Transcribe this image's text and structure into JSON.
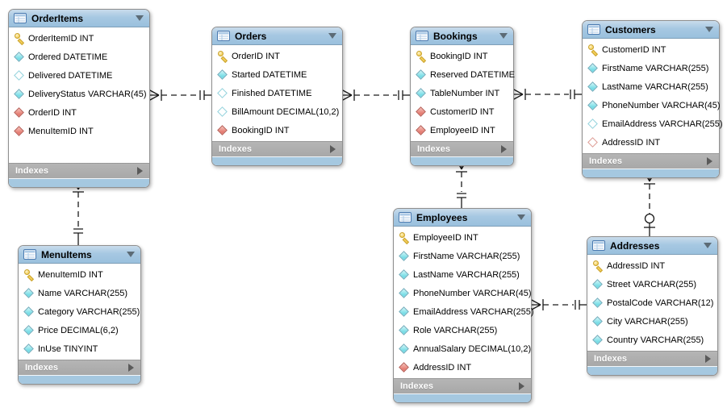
{
  "diagram": {
    "kind": "EER database schema diagram",
    "colors": {
      "table_header_blue": "#9ac0dd",
      "table_footer_blue": "#a5c8e0",
      "indexes_bar_gray": "#ababab",
      "primary_key_yellow": "#f3cf5a",
      "attribute_cyan": "#79dde6",
      "foreign_key_red": "#e57e74",
      "connector_black": "#1a1a1a"
    },
    "tables": [
      {
        "name": "OrderItems",
        "indexes_label": "Indexes",
        "columns": [
          {
            "label": "OrderItemID INT",
            "icon": "key"
          },
          {
            "label": "Ordered DATETIME",
            "icon": "diamond-filled"
          },
          {
            "label": "Delivered DATETIME",
            "icon": "diamond-hollow"
          },
          {
            "label": "DeliveryStatus VARCHAR(45)",
            "icon": "diamond-filled"
          },
          {
            "label": "OrderID INT",
            "icon": "diamond-red"
          },
          {
            "label": "MenuItemID INT",
            "icon": "diamond-red"
          }
        ]
      },
      {
        "name": "Orders",
        "indexes_label": "Indexes",
        "columns": [
          {
            "label": "OrderID INT",
            "icon": "key"
          },
          {
            "label": "Started DATETIME",
            "icon": "diamond-filled"
          },
          {
            "label": "Finished DATETIME",
            "icon": "diamond-hollow"
          },
          {
            "label": "BillAmount DECIMAL(10,2)",
            "icon": "diamond-hollow"
          },
          {
            "label": "BookingID INT",
            "icon": "diamond-red"
          }
        ]
      },
      {
        "name": "Bookings",
        "indexes_label": "Indexes",
        "columns": [
          {
            "label": "BookingID INT",
            "icon": "key"
          },
          {
            "label": "Reserved DATETIME",
            "icon": "diamond-filled"
          },
          {
            "label": "TableNumber INT",
            "icon": "diamond-filled"
          },
          {
            "label": "CustomerID INT",
            "icon": "diamond-red"
          },
          {
            "label": "EmployeeID INT",
            "icon": "diamond-red"
          }
        ]
      },
      {
        "name": "Customers",
        "indexes_label": "Indexes",
        "columns": [
          {
            "label": "CustomerID INT",
            "icon": "key"
          },
          {
            "label": "FirstName VARCHAR(255)",
            "icon": "diamond-filled"
          },
          {
            "label": "LastName VARCHAR(255)",
            "icon": "diamond-filled"
          },
          {
            "label": "PhoneNumber VARCHAR(45)",
            "icon": "diamond-filled"
          },
          {
            "label": "EmailAddress VARCHAR(255)",
            "icon": "diamond-hollow"
          },
          {
            "label": "AddressID INT",
            "icon": "diamond-red-hollow"
          }
        ]
      },
      {
        "name": "MenuItems",
        "indexes_label": "Indexes",
        "columns": [
          {
            "label": "MenuItemID INT",
            "icon": "key"
          },
          {
            "label": "Name VARCHAR(255)",
            "icon": "diamond-filled"
          },
          {
            "label": "Category VARCHAR(255)",
            "icon": "diamond-filled"
          },
          {
            "label": "Price DECIMAL(6,2)",
            "icon": "diamond-filled"
          },
          {
            "label": "InUse TINYINT",
            "icon": "diamond-filled"
          }
        ]
      },
      {
        "name": "Employees",
        "indexes_label": "Indexes",
        "columns": [
          {
            "label": "EmployeeID INT",
            "icon": "key"
          },
          {
            "label": "FirstName VARCHAR(255)",
            "icon": "diamond-filled"
          },
          {
            "label": "LastName VARCHAR(255)",
            "icon": "diamond-filled"
          },
          {
            "label": "PhoneNumber VARCHAR(45)",
            "icon": "diamond-filled"
          },
          {
            "label": "EmailAddress VARCHAR(255)",
            "icon": "diamond-filled"
          },
          {
            "label": "Role VARCHAR(255)",
            "icon": "diamond-filled"
          },
          {
            "label": "AnnualSalary DECIMAL(10,2)",
            "icon": "diamond-filled"
          },
          {
            "label": "AddressID INT",
            "icon": "diamond-red"
          }
        ]
      },
      {
        "name": "Addresses",
        "indexes_label": "Indexes",
        "columns": [
          {
            "label": "AddressID INT",
            "icon": "key"
          },
          {
            "label": "Street VARCHAR(255)",
            "icon": "diamond-filled"
          },
          {
            "label": "PostalCode VARCHAR(12)",
            "icon": "diamond-filled"
          },
          {
            "label": "City VARCHAR(255)",
            "icon": "diamond-filled"
          },
          {
            "label": "Country VARCHAR(255)",
            "icon": "diamond-filled"
          }
        ]
      }
    ],
    "relationships": [
      {
        "from": "OrderItems",
        "to": "Orders",
        "from_cardinality": "many",
        "to_cardinality": "one-mandatory",
        "line_style": "dashed"
      },
      {
        "from": "Orders",
        "to": "Bookings",
        "from_cardinality": "many",
        "to_cardinality": "one-mandatory",
        "line_style": "dashed"
      },
      {
        "from": "Bookings",
        "to": "Customers",
        "from_cardinality": "many",
        "to_cardinality": "one-mandatory",
        "line_style": "dashed"
      },
      {
        "from": "OrderItems",
        "to": "MenuItems",
        "from_cardinality": "many",
        "to_cardinality": "one-mandatory",
        "line_style": "dashed"
      },
      {
        "from": "Bookings",
        "to": "Employees",
        "from_cardinality": "many",
        "to_cardinality": "one-mandatory",
        "line_style": "dashed"
      },
      {
        "from": "Customers",
        "to": "Addresses",
        "from_cardinality": "many",
        "to_cardinality": "zero-or-one",
        "line_style": "dashed"
      },
      {
        "from": "Employees",
        "to": "Addresses",
        "from_cardinality": "many",
        "to_cardinality": "one-mandatory",
        "line_style": "dashed"
      }
    ]
  }
}
